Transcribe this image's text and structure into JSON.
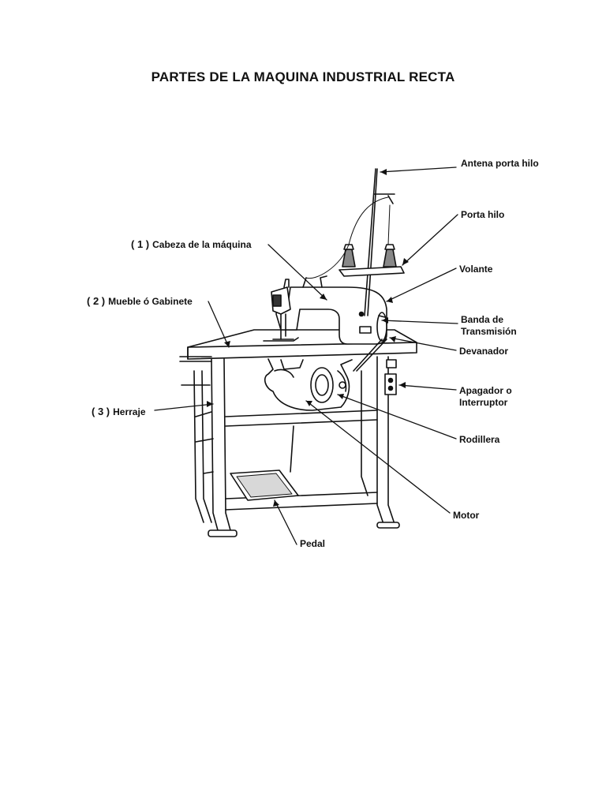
{
  "title": "PARTES DE LA MAQUINA INDUSTRIAL RECTA",
  "labels": {
    "antena": "Antena porta hilo",
    "portahilo": "Porta hilo",
    "volante": "Volante",
    "banda": "Banda de Transmisión",
    "devanador": "Devanador",
    "apagador": "Apagador o Interruptor",
    "rodillera": "Rodillera",
    "motor": "Motor",
    "pedal": "Pedal",
    "cabeza_num": "( 1 )",
    "cabeza": "Cabeza de la máquina",
    "mueble_num": "( 2 )",
    "mueble": "Mueble ó Gabinete",
    "herraje_num": "( 3 )",
    "herraje": "Herraje"
  }
}
